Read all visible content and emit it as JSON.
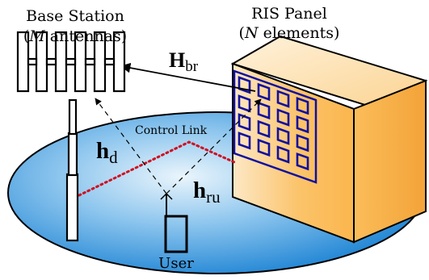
{
  "labels": {
    "base_station_title": "Base Station",
    "base_station_open": "(",
    "base_station_var": "M",
    "base_station_rest": " antennas)",
    "ris_title": "RIS Panel",
    "ris_open": "(",
    "ris_var": "N",
    "ris_rest": " elements)",
    "control_link": "Control Link",
    "user": "User"
  },
  "channels": {
    "h_br": {
      "symbol": "H",
      "subscript": "br"
    },
    "h_d": {
      "symbol": "h",
      "subscript": "d"
    },
    "h_ru": {
      "symbol": "h",
      "subscript": "ru"
    }
  },
  "colors": {
    "ground_light": "#e6f3fb",
    "ground_dark": "#1e84d4",
    "building_front": "#fbb64d",
    "building_side_light": "#fde8c6",
    "ris_grid": "#1010a0",
    "control_link": "#d01020",
    "line": "#000000"
  },
  "ris_grid": {
    "rows": 4,
    "cols": 4
  }
}
